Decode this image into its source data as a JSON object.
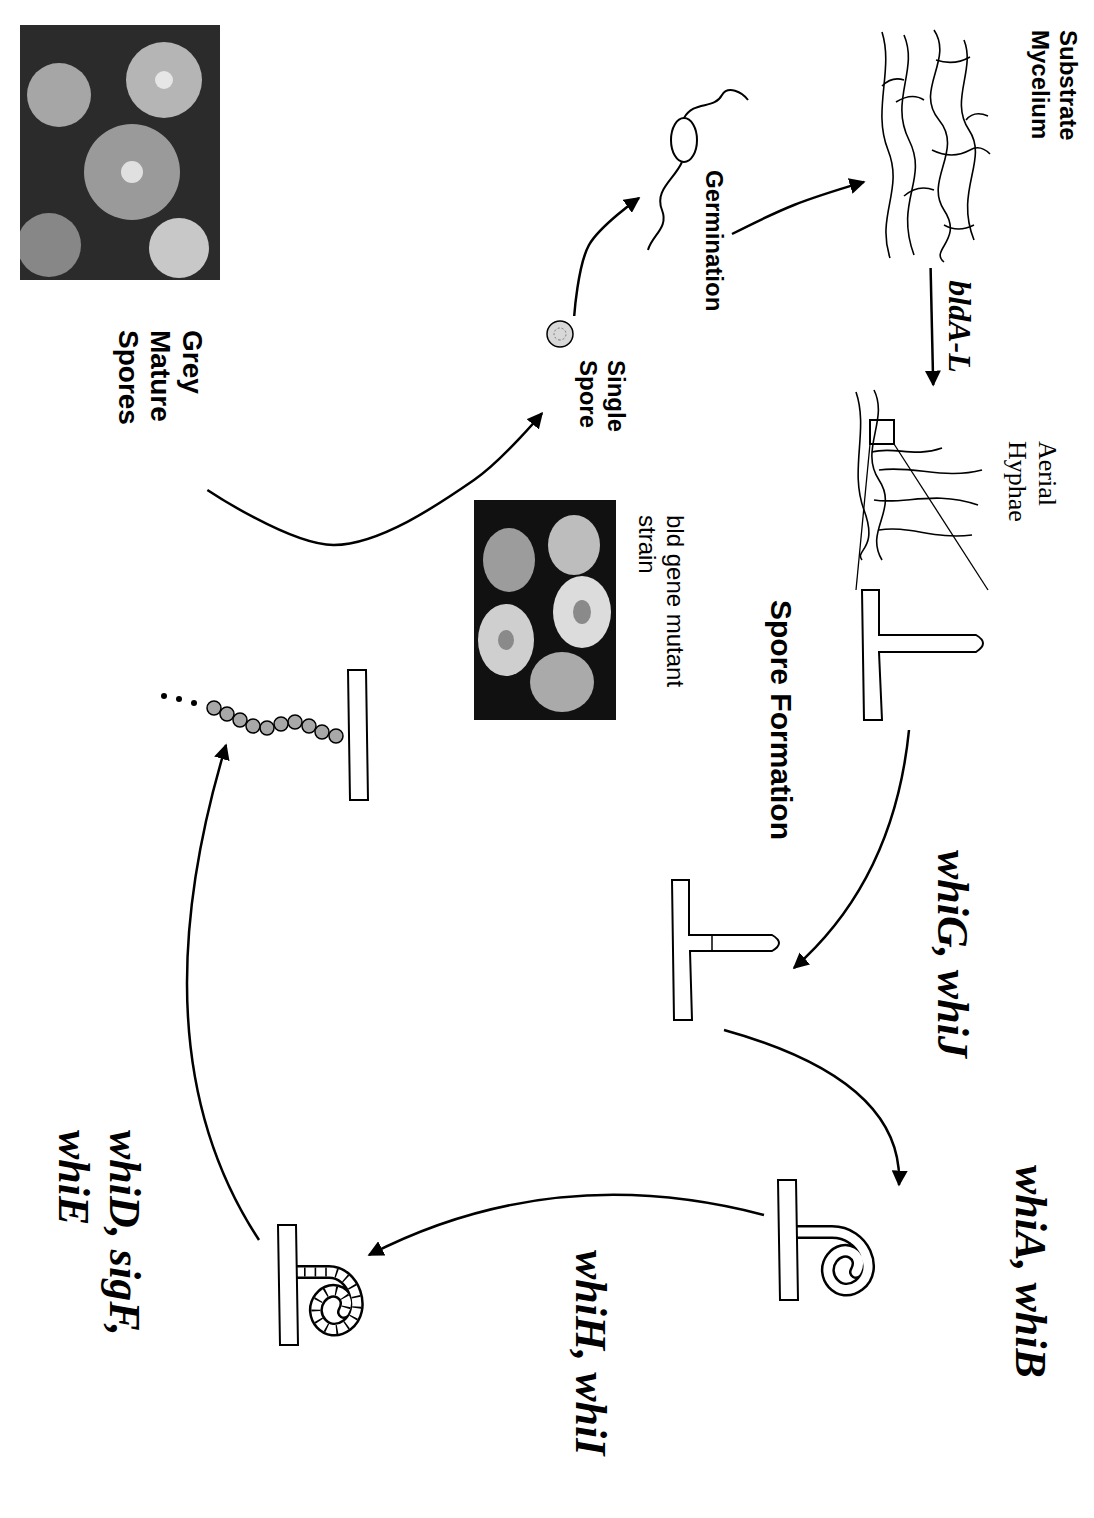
{
  "diagram": {
    "nodes": [
      {
        "text": [
          "Single Spore"
        ]
      },
      {
        "text": [
          "Germination"
        ]
      },
      {
        "text": [
          "Substrate Mycelium"
        ]
      },
      {
        "text": [
          "Aerial Hyphae"
        ]
      },
      {
        "text": [
          "Grey Mature Spores"
        ]
      }
    ],
    "edges": [
      {
        "from": 0,
        "to": 1,
        "arrow": "to"
      },
      {
        "from": 1,
        "to": 2,
        "arrow": "to"
      },
      {
        "from": 2,
        "to": 3,
        "label": "bldA-L",
        "arrow": "to"
      },
      {
        "from": 4,
        "to": 0,
        "arrow": "to"
      }
    ],
    "labels": [
      "bld gene mutant strain",
      "Spore Formation",
      "whiG, whiJ",
      "whiA, whiB",
      "whiH, whiI",
      "whiD, sigF, whiE"
    ]
  }
}
